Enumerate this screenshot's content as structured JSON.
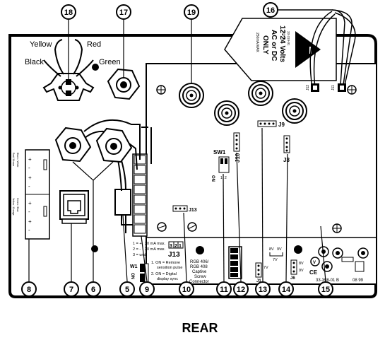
{
  "wire_labels": {
    "yellow": "Yellow",
    "red": "Red",
    "black": "Black",
    "green": "Green"
  },
  "caption": "REAR",
  "callouts": [
    {
      "n": "18"
    },
    {
      "n": "17"
    },
    {
      "n": "19"
    },
    {
      "n": "16"
    },
    {
      "n": "8"
    },
    {
      "n": "7"
    },
    {
      "n": "6"
    },
    {
      "n": "5"
    },
    {
      "n": "9"
    },
    {
      "n": "10"
    },
    {
      "n": "11"
    },
    {
      "n": "12"
    },
    {
      "n": "13"
    },
    {
      "n": "14"
    },
    {
      "n": "15"
    }
  ],
  "tag": {
    "line1": "12-24 Volts",
    "line2": "AC or DC",
    "line3": "ONLY",
    "line4": "250mA MAX",
    "part": "33-319-01",
    "rev": "Rev B"
  },
  "board": {
    "j12": "J12",
    "j11": "J11",
    "j9": "J9",
    "j10": "J10",
    "j8": "J8",
    "j13": "J13",
    "j13_block": "J13",
    "j1": "J1",
    "j6": "J6",
    "sw1": "SW1",
    "sw1_on": "ON",
    "sw1_pos1": "1",
    "sw1_pos2": "2",
    "j13_lines": [
      "1 = +",
      "2 = -",
      "3 = und"
    ],
    "j13_specs": [
      "20 mA max.",
      "20 mA max."
    ],
    "j13_pins": [
      "3",
      "2",
      "1"
    ],
    "w1": "W1",
    "w1_on": "ON",
    "w1_notes": [
      "1. ON = Remove",
      "sensition pulse",
      "2. ON = Digital",
      "display sync"
    ],
    "rgb_label": [
      "RGB 406/",
      "RGB 408",
      "Captive",
      "Screw",
      "Connector"
    ],
    "volt_j1": [
      "8V",
      "9V",
      "7V",
      "7V"
    ],
    "volt_j6": [
      "8V",
      "9V"
    ],
    "part_number": "33-398-01 B",
    "date_code": "08 99",
    "logo_v": "V",
    "logo_ce": "CE"
  },
  "label_card": {
    "rows": [
      "+",
      "-",
      "+",
      "-",
      "+",
      "-",
      "+",
      "-"
    ],
    "side": [
      "Red / Brown",
      "Black / White",
      "Yellow / Orange",
      "Green / Blue"
    ]
  }
}
